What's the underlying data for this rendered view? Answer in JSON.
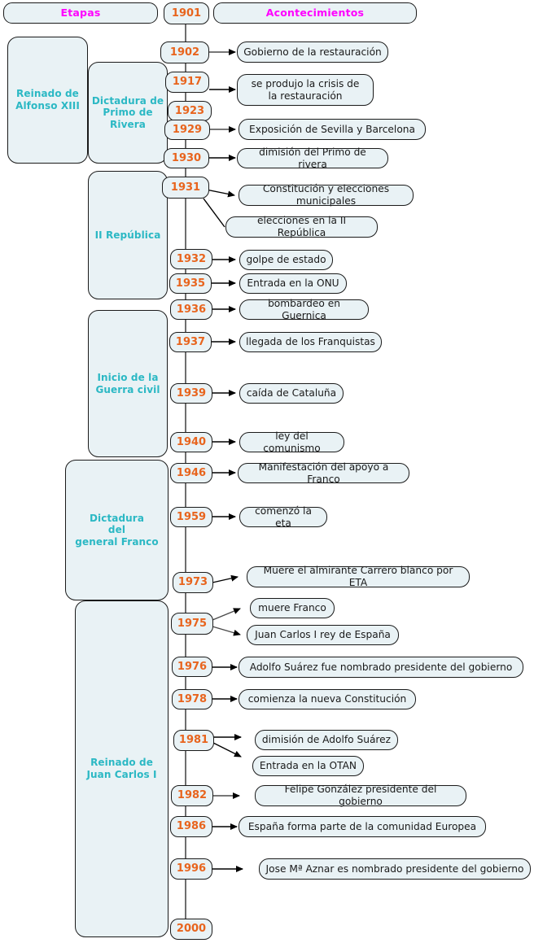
{
  "diagram": {
    "type": "timeline",
    "title_columns": {
      "stages": "Etapas",
      "events": "Acontecimientos"
    },
    "colors": {
      "box_fill": "#e9f2f5",
      "box_border": "#1a1a1a",
      "header_text": "#ff00ff",
      "stage_text": "#2bb8c4",
      "year_text": "#e8641d",
      "event_text": "#1a1a1a",
      "background": "#ffffff"
    },
    "start_year": "1901",
    "end_year": "2000"
  },
  "stages": [
    {
      "label": "Reinado de Alfonso XIII",
      "line1": "Reinado de",
      "line2": "Alfonso XIII"
    },
    {
      "label": "Dictadura de Primo de Rivera",
      "line1": "Dictadura de",
      "line2": "Primo de",
      "line3": "Rivera"
    },
    {
      "label": "II República",
      "line1": "II República"
    },
    {
      "label": "Inicio de la Guerra civil",
      "line1": "Inicio de la",
      "line2": "Guerra civil"
    },
    {
      "label": "Dictadura del general Franco",
      "line1": "Dictadura",
      "line2": "del",
      "line3": "general Franco"
    },
    {
      "label": "Reinado de Juan Carlos I",
      "line1": "Reinado de",
      "line2": "Juan Carlos I"
    }
  ],
  "years": [
    {
      "year": "1901"
    },
    {
      "year": "1902"
    },
    {
      "year": "1917"
    },
    {
      "year": "1923"
    },
    {
      "year": "1929"
    },
    {
      "year": "1930"
    },
    {
      "year": "1931"
    },
    {
      "year": "1932"
    },
    {
      "year": "1935"
    },
    {
      "year": "1936"
    },
    {
      "year": "1937"
    },
    {
      "year": "1939"
    },
    {
      "year": "1940"
    },
    {
      "year": "1946"
    },
    {
      "year": "1959"
    },
    {
      "year": "1973"
    },
    {
      "year": "1975"
    },
    {
      "year": "1976"
    },
    {
      "year": "1978"
    },
    {
      "year": "1981"
    },
    {
      "year": "1982"
    },
    {
      "year": "1986"
    },
    {
      "year": "1996"
    },
    {
      "year": "2000"
    }
  ],
  "events": [
    {
      "year": "1902",
      "text": "Gobierno de la restauración"
    },
    {
      "year": "1917",
      "text": "se produjo la crisis de la restauración",
      "line1": "se produjo la crisis de",
      "line2": "la restauración"
    },
    {
      "year": "1929",
      "text": "Exposición de Sevilla y Barcelona"
    },
    {
      "year": "1930",
      "text": "dimisión del Primo de rivera"
    },
    {
      "year": "1931",
      "text": "Constitución y elecciones municipales"
    },
    {
      "year": "1931",
      "text": "elecciones en la II República"
    },
    {
      "year": "1932",
      "text": "golpe de estado"
    },
    {
      "year": "1935",
      "text": "Entrada en la ONU"
    },
    {
      "year": "1936",
      "text": "bombardeo en Guernica"
    },
    {
      "year": "1937",
      "text": "llegada de los Franquistas"
    },
    {
      "year": "1939",
      "text": "caída de Cataluña"
    },
    {
      "year": "1940",
      "text": "ley del comunismo"
    },
    {
      "year": "1946",
      "text": "Manifestación del apoyo a Franco"
    },
    {
      "year": "1959",
      "text": "comenzó la eta"
    },
    {
      "year": "1973",
      "text": "Muere el almirante Carrero blanco por ETA"
    },
    {
      "year": "1975",
      "text": "muere Franco"
    },
    {
      "year": "1975",
      "text": "Juan Carlos I rey de España"
    },
    {
      "year": "1976",
      "text": "Adolfo Suárez fue nombrado presidente del gobierno"
    },
    {
      "year": "1978",
      "text": "comienza la nueva Constitución"
    },
    {
      "year": "1981",
      "text": "dimisión de Adolfo Suárez"
    },
    {
      "year": "1981",
      "text": "Entrada en la OTAN"
    },
    {
      "year": "1982",
      "text": "Felipe González presidente del gobierno"
    },
    {
      "year": "1986",
      "text": "España forma parte de la comunidad Europea"
    },
    {
      "year": "1996",
      "text": "Jose Mª Aznar es nombrado presidente del gobierno"
    }
  ]
}
